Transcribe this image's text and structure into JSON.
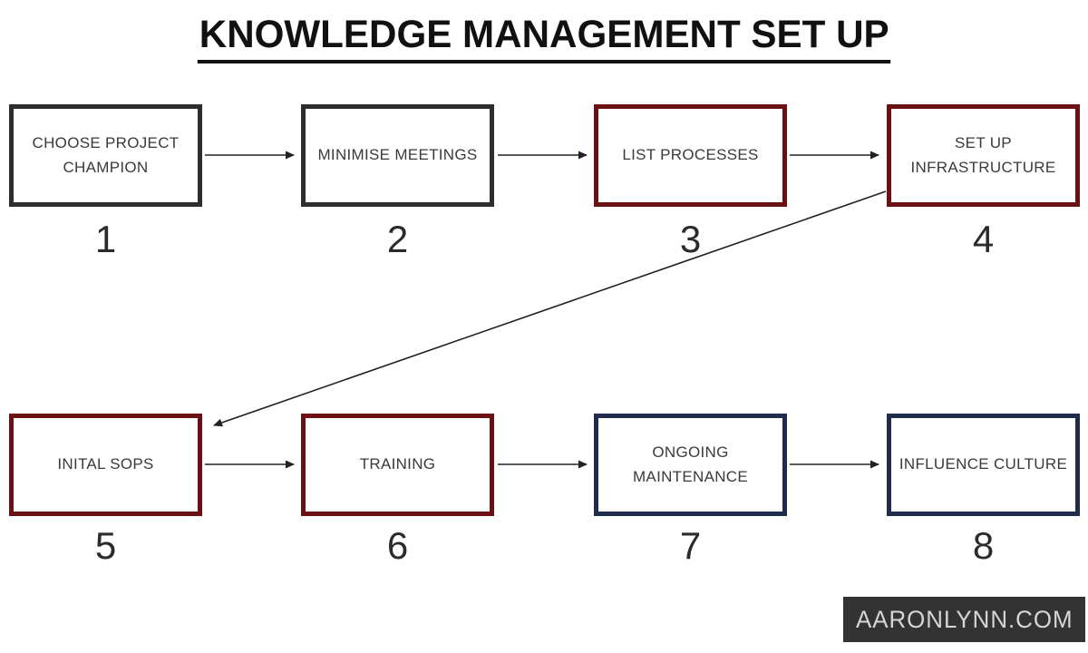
{
  "title": {
    "text": "KNOWLEDGE MANAGEMENT SET UP"
  },
  "colors": {
    "charcoal": "#2d2d2d",
    "maroon": "#6b1013",
    "navy": "#202c4c",
    "arrow": "#222222",
    "logo_bg": "#333333",
    "logo_text": "#d6d6d6",
    "box_text": "#3a3a3a",
    "title_text": "#111111"
  },
  "steps": [
    {
      "number": "1",
      "label": "CHOOSE PROJECT\nCHAMPION",
      "border": "charcoal"
    },
    {
      "number": "2",
      "label": "MINIMISE MEETINGS",
      "border": "charcoal"
    },
    {
      "number": "3",
      "label": "LIST PROCESSES",
      "border": "maroon"
    },
    {
      "number": "4",
      "label": "SET UP\nINFRASTRUCTURE",
      "border": "maroon"
    },
    {
      "number": "5",
      "label": "INITAL SOPS",
      "border": "maroon"
    },
    {
      "number": "6",
      "label": "TRAINING",
      "border": "maroon"
    },
    {
      "number": "7",
      "label": "ONGOING\nMAINTENANCE",
      "border": "navy"
    },
    {
      "number": "8",
      "label": "INFLUENCE CULTURE",
      "border": "navy"
    }
  ],
  "footer": {
    "brand": "AARONLYNN.COM"
  }
}
